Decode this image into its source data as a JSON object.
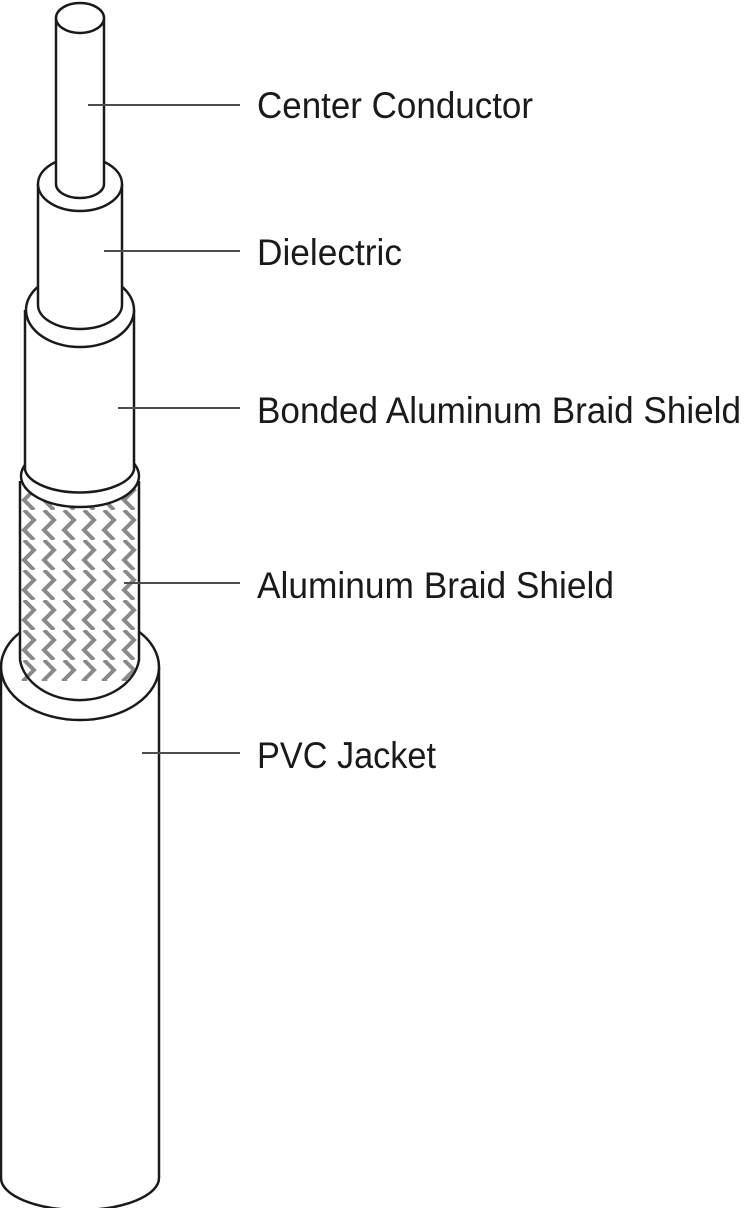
{
  "colors": {
    "outline": "#1a1a1a",
    "leader": "#4d4d4d",
    "braid": "#8a8a8a",
    "fill": "#ffffff"
  },
  "labels": [
    {
      "id": "center-conductor",
      "text": "Center Conductor"
    },
    {
      "id": "dielectric",
      "text": "Dielectric"
    },
    {
      "id": "bonded-aluminum-braid-shield",
      "text": "Bonded Aluminum Braid Shield"
    },
    {
      "id": "aluminum-braid-shield",
      "text": "Aluminum Braid Shield"
    },
    {
      "id": "pvc-jacket",
      "text": "PVC Jacket"
    }
  ]
}
